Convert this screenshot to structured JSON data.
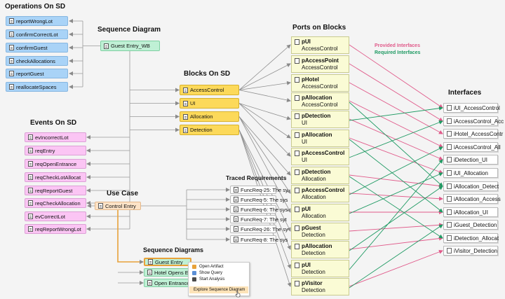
{
  "headings": {
    "operations": "Operations On SD",
    "sequence_diagram": "Sequence Diagram",
    "blocks": "Blocks On SD",
    "ports": "Ports on Blocks",
    "interfaces": "Interfaces",
    "events": "Events On SD",
    "use_case": "Use Case",
    "traced": "Traced Requirements",
    "sequence_diagrams": "Sequence Diagrams"
  },
  "legend": {
    "provided": "Provided Interfaces",
    "required": "Required Interfaces",
    "provided_color": "#e05a8a",
    "required_color": "#1f9a63"
  },
  "operations": [
    "reportWrongLot",
    "confirmCorrectLot",
    "confirmGuest",
    "checkAllocations",
    "reportGuest",
    "reallocateSpaces"
  ],
  "sequence_diagram": "Guest Entry_WB",
  "blocks": [
    "AccessControl",
    "UI",
    "Allocation",
    "Detection"
  ],
  "events": [
    "evIncorrectLot",
    "reqEntry",
    "reqOpenEntrance",
    "reqCheckLotAllocat",
    "reqReportGuest",
    "reqCheckAllocation",
    "evCorrectLot",
    "reqReportWrongLot"
  ],
  "use_case": "Control Entry",
  "requirements": [
    "FuncReq-25: The sy",
    "FuncReq-5: The sys",
    "FuncReq-6: The sys",
    "FuncReq-7: The syt",
    "FuncReq-26: The sy",
    "FuncReq-8: The sys"
  ],
  "sequence_diagrams": [
    "Guest Entry",
    "Hotel Opens Entrar",
    "Open Entrance"
  ],
  "ports": [
    {
      "name": "pUI",
      "owner": "AccessControl"
    },
    {
      "name": "pAccessPoint",
      "owner": "AccessControl"
    },
    {
      "name": "pHotel",
      "owner": "AccessControl"
    },
    {
      "name": "pAllocation",
      "owner": "AccessControl"
    },
    {
      "name": "pDetection",
      "owner": "UI"
    },
    {
      "name": "pAllocation",
      "owner": "UI"
    },
    {
      "name": "pAccessControl",
      "owner": "UI"
    },
    {
      "name": "pDetection",
      "owner": "Allocation"
    },
    {
      "name": "pAccessControl",
      "owner": "Allocation"
    },
    {
      "name": "pUI",
      "owner": "Allocation"
    },
    {
      "name": "pGuest",
      "owner": "Detection"
    },
    {
      "name": "pAllocation",
      "owner": "Detection"
    },
    {
      "name": "pUI",
      "owner": "Detection"
    },
    {
      "name": "pVisitor",
      "owner": "Detection"
    }
  ],
  "interfaces": [
    "iUI_AccessControl",
    "iAccessControl_Acc",
    "iHotel_AccessContr",
    "iAccessControl_All",
    "iDetection_UI",
    "iUI_Allocation",
    "iAllocation_Detect",
    "iAllocation_Access",
    "iAllocation_UI",
    "iGuest_Detection",
    "iDetection_Allocat",
    "iVisitor_Detection"
  ],
  "context_menu": [
    "Open Artifact",
    "Show Query",
    "Start Analysis",
    "Explore Sequence Diagram"
  ],
  "links": {
    "provided": [
      [
        0,
        0
      ],
      [
        1,
        1
      ],
      [
        2,
        2
      ],
      [
        3,
        3
      ],
      [
        4,
        4
      ],
      [
        5,
        5
      ],
      [
        7,
        6
      ],
      [
        8,
        7
      ],
      [
        9,
        8
      ],
      [
        10,
        9
      ],
      [
        11,
        10
      ],
      [
        13,
        11
      ]
    ],
    "required": [
      [
        3,
        6
      ],
      [
        4,
        0
      ],
      [
        5,
        8
      ],
      [
        6,
        1
      ],
      [
        7,
        10
      ],
      [
        8,
        3
      ],
      [
        9,
        5
      ],
      [
        11,
        6
      ],
      [
        12,
        4
      ],
      [
        13,
        9
      ]
    ]
  }
}
